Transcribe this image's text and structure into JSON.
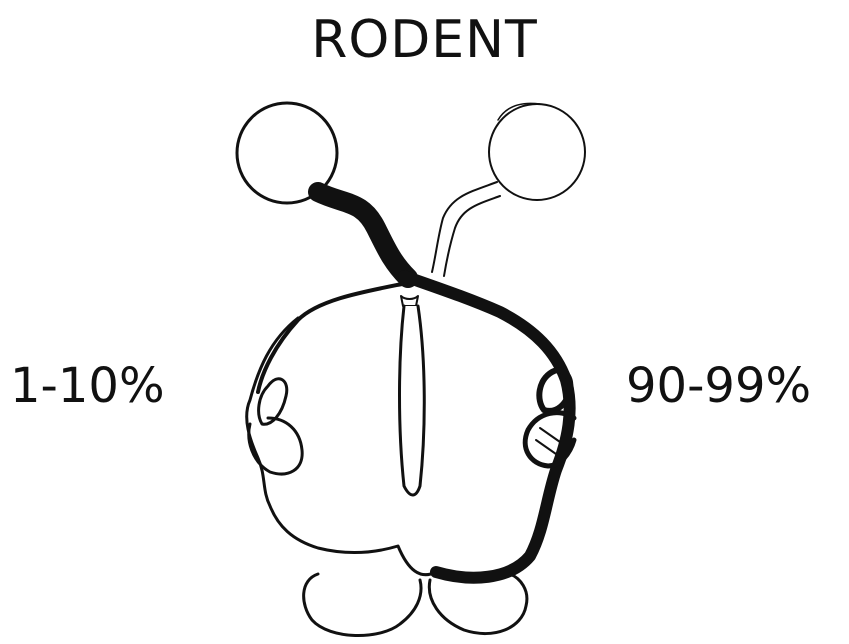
{
  "title": "RODENT",
  "left_label": "1-10%",
  "right_label": "90-99%",
  "colors": {
    "ink": "#111111",
    "background": "#ffffff"
  }
}
